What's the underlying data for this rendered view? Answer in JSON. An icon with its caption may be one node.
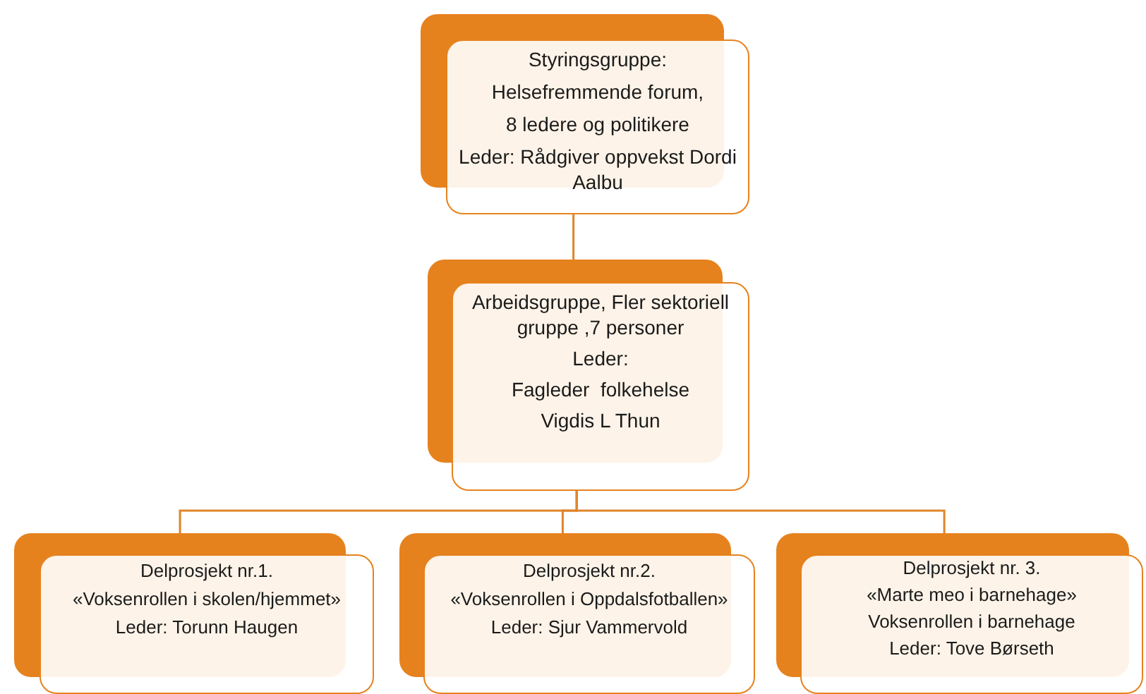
{
  "diagram": {
    "nodes": [
      {
        "text": [
          "Styringsgruppe:",
          "Helsefremmende forum,",
          "8 ledere og politikere",
          "Leder: Rådgiver oppvekst Dordi Aalbu"
        ]
      },
      {
        "text": [
          "Arbeidsgruppe, Fler sektoriell gruppe ,7 personer",
          "Leder:",
          "Fagleder  folkehelse",
          "Vigdis L Thun"
        ]
      },
      {
        "text": [
          "Delprosjekt nr.1.",
          "«Voksenrollen i skolen/hjemmet»",
          "Leder: Torunn Haugen"
        ]
      },
      {
        "text": [
          "Delprosjekt nr.2.",
          "«Voksenrollen i Oppdalsfotballen»",
          "Leder: Sjur Vammervold"
        ]
      },
      {
        "text": [
          "Delprosjekt nr. 3.",
          "«Marte meo i barnehage»",
          "Voksenrollen i barnehage",
          "Leder: Tove Børseth"
        ]
      }
    ],
    "edges": [
      {
        "from": 0,
        "to": 1,
        "arrow": "none"
      },
      {
        "from": 1,
        "to": 2,
        "arrow": "none"
      },
      {
        "from": 1,
        "to": 3,
        "arrow": "none"
      },
      {
        "from": 1,
        "to": 4,
        "arrow": "none"
      }
    ]
  }
}
